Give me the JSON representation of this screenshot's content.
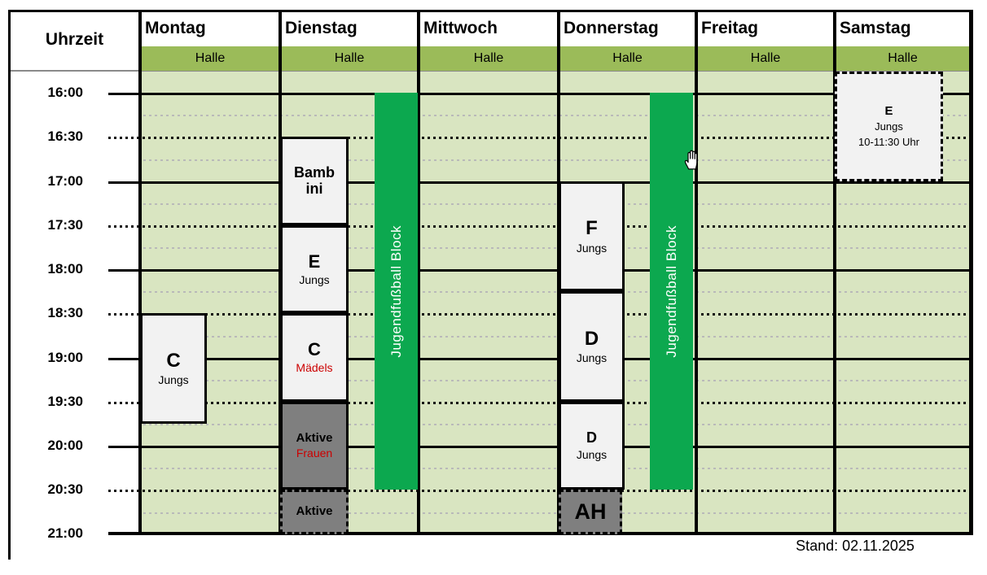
{
  "header": {
    "time_column_label": "Uhrzeit",
    "days": [
      {
        "label": "Montag",
        "sub": "Halle"
      },
      {
        "label": "Dienstag",
        "sub": "Halle"
      },
      {
        "label": "Mittwoch",
        "sub": "Halle"
      },
      {
        "label": "Donnerstag",
        "sub": "Halle"
      },
      {
        "label": "Freitag",
        "sub": "Halle"
      },
      {
        "label": "Samstag",
        "sub": "Halle"
      }
    ]
  },
  "times": [
    "16:00",
    "16:30",
    "17:00",
    "17:30",
    "18:00",
    "18:30",
    "19:00",
    "19:30",
    "20:00",
    "20:30",
    "21:00"
  ],
  "bars": {
    "label": "Jugendfußball Block",
    "days": [
      "Dienstag",
      "Donnerstag"
    ],
    "start": "16:00",
    "end": "20:30"
  },
  "events": {
    "mo_c": {
      "day": "Montag",
      "start": "18:30",
      "end": "19:45",
      "title": "C",
      "subtitle": "Jungs"
    },
    "di_bambini": {
      "day": "Dienstag",
      "start": "16:30",
      "end": "17:30",
      "title": "Bamb\nini"
    },
    "di_e": {
      "day": "Dienstag",
      "start": "17:30",
      "end": "18:30",
      "title": "E",
      "subtitle": "Jungs"
    },
    "di_c": {
      "day": "Dienstag",
      "start": "18:30",
      "end": "19:30",
      "title": "C",
      "subtitle": "Mädels"
    },
    "di_aktive_frauen": {
      "day": "Dienstag",
      "start": "19:30",
      "end": "20:30",
      "title": "Aktive",
      "subtitle": "Frauen"
    },
    "di_aktive": {
      "day": "Dienstag",
      "start": "20:30",
      "end": "21:00",
      "title": "Aktive"
    },
    "do_f": {
      "day": "Donnerstag",
      "start": "17:00",
      "end": "18:15",
      "title": "F",
      "subtitle": "Jungs"
    },
    "do_d1": {
      "day": "Donnerstag",
      "start": "18:15",
      "end": "19:30",
      "title": "D",
      "subtitle": "Jungs"
    },
    "do_d2": {
      "day": "Donnerstag",
      "start": "19:30",
      "end": "20:30",
      "title": "D",
      "subtitle": "Jungs"
    },
    "do_ah": {
      "day": "Donnerstag",
      "start": "20:30",
      "end": "21:00",
      "title": "AH"
    },
    "sa_e": {
      "day": "Samstag",
      "start": "16:00",
      "end": "17:00",
      "title": "E",
      "subtitle": "Jungs",
      "note": "10-11:30 Uhr"
    }
  },
  "footer": {
    "stand": "Stand: 02.11.2025"
  },
  "cursor": {
    "type": "hand-grab-cursor"
  },
  "colors": {
    "halle_bar": "#9bbb59",
    "grid_bg": "#d9e5c1",
    "block_green": "#0ca84f",
    "event_light_bg": "#f2f2f2",
    "event_gray_bg": "#7f7f7f",
    "accent_red": "#cc0000"
  }
}
